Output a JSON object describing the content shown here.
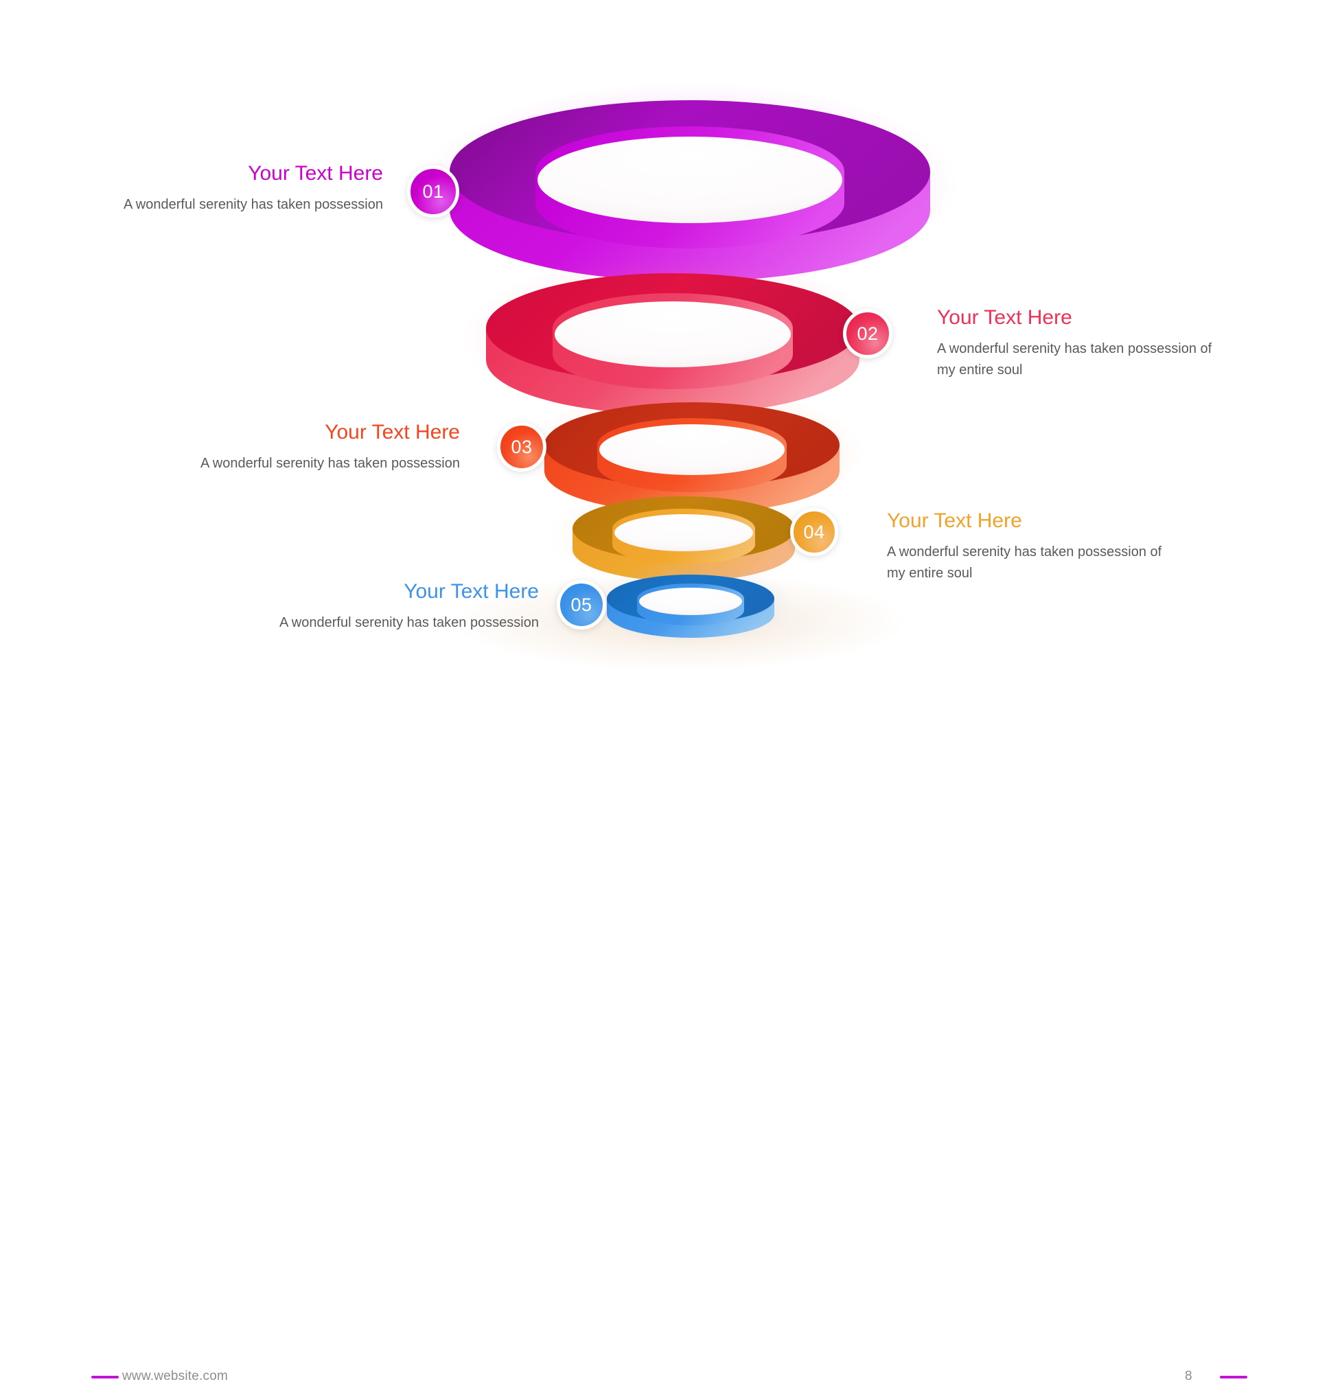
{
  "slide": {
    "background": "#ffffff",
    "page_number": "8",
    "footer_url": "www.website.com",
    "footer_accent_color": "#c313d8"
  },
  "items": [
    {
      "number": "01",
      "title": "Your Text Here",
      "description": "A wonderful serenity has taken possession",
      "color": "#cc00cc",
      "color_dark": "#8e0f9e",
      "color_light": "#e85cf0",
      "side": "left"
    },
    {
      "number": "02",
      "title": "Your Text Here",
      "description": "A wonderful serenity has taken possession of  my entire soul",
      "color": "#ee3158",
      "color_dark": "#d60b3f",
      "color_light": "#f58ba0",
      "side": "right"
    },
    {
      "number": "03",
      "title": "Your Text Here",
      "description": "A wonderful serenity has taken possession",
      "color": "#f4461e",
      "color_dark": "#c32a12",
      "color_light": "#f98f6e",
      "side": "left"
    },
    {
      "number": "04",
      "title": "Your Text Here",
      "description": "A wonderful serenity has taken possession of  my entire soul",
      "color": "#f0a32a",
      "color_dark": "#c07c0c",
      "color_light": "#f4b977",
      "side": "right"
    },
    {
      "number": "05",
      "title": "Your Text Here",
      "description": "A wonderful serenity has taken possession",
      "color": "#3d93e8",
      "color_dark": "#1a72c4",
      "color_light": "#8fc3f0",
      "side": "left"
    }
  ],
  "chart_data": {
    "type": "funnel",
    "title": "",
    "stages": [
      {
        "label": "01",
        "outer_width": 700,
        "order": 1
      },
      {
        "label": "02",
        "outer_width": 548,
        "order": 2
      },
      {
        "label": "03",
        "outer_width": 440,
        "order": 3
      },
      {
        "label": "04",
        "outer_width": 330,
        "order": 4
      },
      {
        "label": "05",
        "outer_width": 250,
        "order": 5
      }
    ],
    "orientation": "vertical",
    "legend": "none"
  }
}
